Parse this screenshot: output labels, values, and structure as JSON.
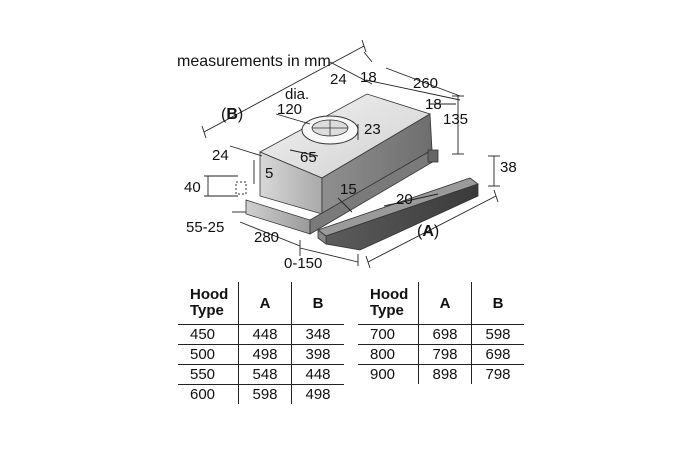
{
  "diagram": {
    "title": "measurements in mm",
    "labels": {
      "d24_top": "24",
      "d18_top": "18",
      "d260": "260",
      "d18_right": "18",
      "d135": "135",
      "dia": "dia.",
      "d120": "120",
      "d23": "23",
      "d65": "65",
      "d24_left": "24",
      "d5": "5",
      "d40": "40",
      "d15": "15",
      "d20": "20",
      "d38": "38",
      "d55_25": "55-25",
      "d280": "280",
      "d0_150": "0-150",
      "B_open": "(",
      "B_letter": "B",
      "B_close": ")",
      "A_open": "(",
      "A_letter": "A",
      "A_close": ")"
    }
  },
  "table_left": {
    "headers": {
      "hood_line1": "Hood",
      "hood_line2": "Type",
      "a": "A",
      "b": "B"
    },
    "rows": [
      [
        "450",
        "448",
        "348"
      ],
      [
        "500",
        "498",
        "398"
      ],
      [
        "550",
        "548",
        "448"
      ],
      [
        "600",
        "598",
        "498"
      ]
    ]
  },
  "table_right": {
    "headers": {
      "hood_line1": "Hood",
      "hood_line2": "Type",
      "a": "A",
      "b": "B"
    },
    "rows": [
      [
        "700",
        "698",
        "598"
      ],
      [
        "800",
        "798",
        "698"
      ],
      [
        "900",
        "898",
        "798"
      ]
    ]
  }
}
